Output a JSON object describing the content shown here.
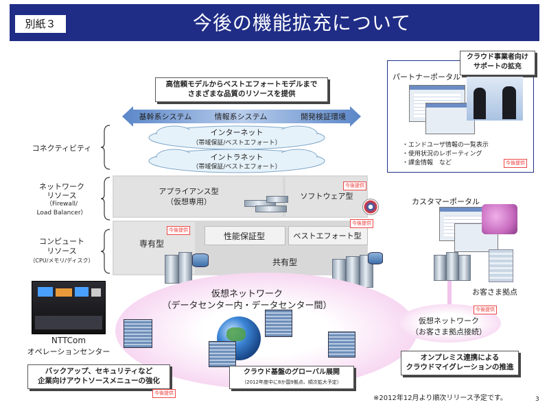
{
  "header": {
    "appendix": "別紙３",
    "title": "今後の機能拡充について"
  },
  "top_callout": {
    "line1": "高信頼モデルからベストエフォートモデルまで",
    "line2": "さまざまな品質のリソースを提供"
  },
  "spectrum": {
    "left": "基幹系システム",
    "center": "情報系システム",
    "right": "開発検証環境"
  },
  "rows": {
    "connectivity": "コネクティビティ",
    "network": [
      "ネットワーク",
      "リソース",
      "（Firewall/",
      "Load Balancer）"
    ],
    "compute": [
      "コンピュート",
      "リソース",
      "（CPU/メモリ/ディスク）"
    ]
  },
  "clouds": {
    "internet_title": "インターネット",
    "internet_sub": "（帯域保証/ベストエフォート）",
    "intranet_title": "イントラネット",
    "intranet_sub": "（帯域保証/ベストエフォート）"
  },
  "network_panel": {
    "appliance": "アプライアンス型",
    "appliance_sub": "（仮想専用）",
    "software": "ソフトウェア型"
  },
  "compute_panel": {
    "dedicated": "専有型",
    "performance": "性能保証型",
    "best_effort": "ベストエフォート型",
    "shared": "共有型"
  },
  "badge_text": "今後提供",
  "virtual_network": {
    "title": "仮想ネットワーク",
    "sub": "（データセンター内・データセンター間）"
  },
  "operation_center": {
    "line1": "NTTCom",
    "line2": "オペレーションセンター"
  },
  "backup_callout": {
    "line1": "バックアップ、セキュリティなど",
    "line2": "企業向けアウトソースメニューの強化"
  },
  "global_callout": {
    "line1": "クラウド基盤のグローバル展開",
    "line2": "（2012年度中に8か国9拠点、順次拡大予定）"
  },
  "partner_portal": {
    "callout_line1": "クラウド事業者向け",
    "callout_line2": "サポートの拡充",
    "title": "パートナーポータル",
    "bullets": [
      "・エンドユーザ情報の一覧表示",
      "・使用状況のレポーティング",
      "・課金情報　など"
    ]
  },
  "customer_portal": {
    "title": "カスタマーポータル"
  },
  "customer_site": {
    "label": "お客さま拠点",
    "vnet_title": "仮想ネットワーク",
    "vnet_sub": "（お客さま拠点接続）"
  },
  "onprem_callout": {
    "line1": "オンプレミス連携による",
    "line2": "クラウドマイグレーションの推進"
  },
  "footnote": "※2012年12月より順次リリース予定です。",
  "page_number": "3"
}
